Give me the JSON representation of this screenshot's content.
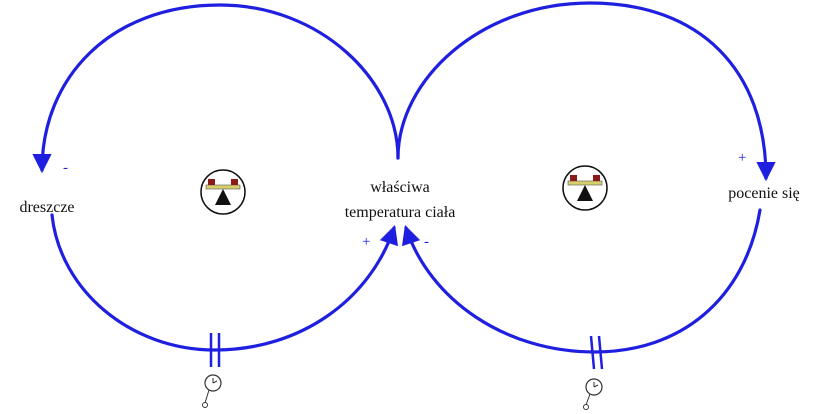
{
  "diagram": {
    "type": "causal-loop-diagram",
    "colors": {
      "link": "#1f1fe0",
      "label": "#111111",
      "balance_base": "#8b1a1a",
      "balance_bar": "#d7cf6a"
    },
    "nodes": {
      "left": "dreszcze",
      "center_line1": "właściwa",
      "center_line2": "temperatura ciała",
      "right": "pocenie się"
    },
    "polarities": {
      "center_to_left": "-",
      "left_to_center": "+",
      "center_to_right": "+",
      "right_to_center": "-"
    },
    "loops": [
      {
        "name": "left-loop",
        "symbol": "balancing-icon",
        "delay_mark": true,
        "delay_icon": "clock-icon"
      },
      {
        "name": "right-loop",
        "symbol": "balancing-icon",
        "delay_mark": true,
        "delay_icon": "clock-icon"
      }
    ]
  }
}
